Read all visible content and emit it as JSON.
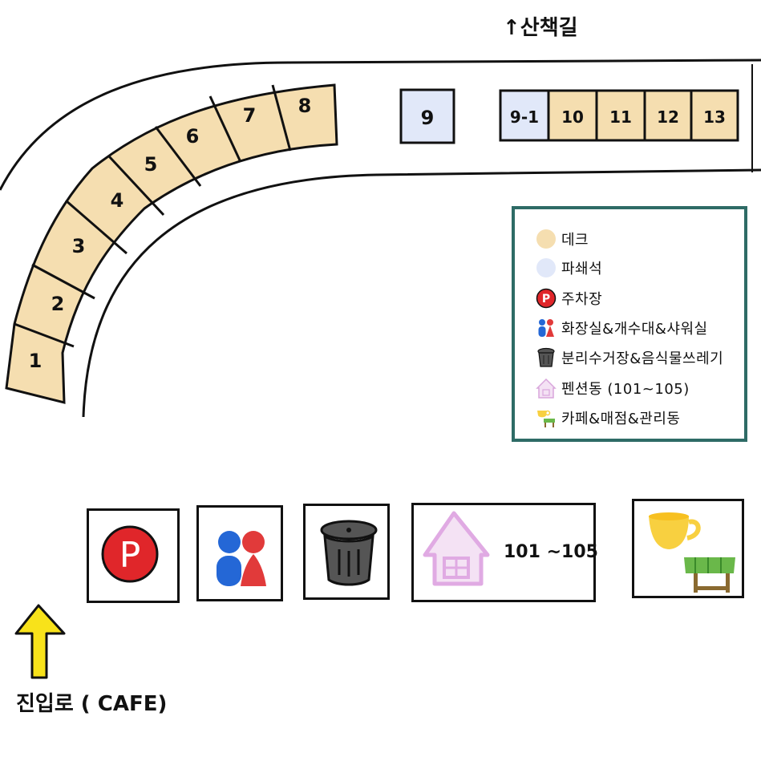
{
  "map": {
    "trail_label": "↑산책길",
    "entrance_label": "진입로 ( CAFE)",
    "colors": {
      "deck": "#f5deb0",
      "pavilion": "#e1e8f9",
      "road_line": "#111111",
      "legend_border": "#2e6b66",
      "parking_red": "#e0262a",
      "restroom_blue": "#2467d6",
      "restroom_red": "#e13a3a",
      "trash_grey": "#555555",
      "pension_pink": "#eec5ee",
      "cafe_yellow": "#f8d040",
      "cafe_green": "#6ab84a",
      "arrow_yellow": "#f8e21a"
    }
  },
  "sites": {
    "curve": [
      {
        "label": "1",
        "type": "deck"
      },
      {
        "label": "2",
        "type": "deck"
      },
      {
        "label": "3",
        "type": "deck"
      },
      {
        "label": "4",
        "type": "deck"
      },
      {
        "label": "5",
        "type": "deck"
      },
      {
        "label": "6",
        "type": "deck"
      },
      {
        "label": "7",
        "type": "deck"
      },
      {
        "label": "8",
        "type": "deck"
      }
    ],
    "single": {
      "label": "9",
      "type": "pavilion"
    },
    "row": [
      {
        "label": "9-1",
        "type": "pavilion"
      },
      {
        "label": "10",
        "type": "deck"
      },
      {
        "label": "11",
        "type": "deck"
      },
      {
        "label": "12",
        "type": "deck"
      },
      {
        "label": "13",
        "type": "deck"
      }
    ]
  },
  "legend": {
    "items": [
      {
        "icon": "deck-dot-icon",
        "label": "데크"
      },
      {
        "icon": "pavilion-dot-icon",
        "label": "파쇄석"
      },
      {
        "icon": "parking-icon",
        "label": "주차장"
      },
      {
        "icon": "restroom-icon",
        "label": "화장실&개수대&샤워실"
      },
      {
        "icon": "trash-can-icon",
        "label": "분리수거장&음식물쓰레기"
      },
      {
        "icon": "pension-house-icon",
        "label": "펜션동 (101~105)"
      },
      {
        "icon": "cafe-icon",
        "label": "카페&매점&관리동"
      }
    ]
  },
  "facilities": {
    "parking": {
      "icon": "parking-icon",
      "letter": "P"
    },
    "restroom": {
      "icon": "restroom-icon"
    },
    "trash": {
      "icon": "trash-can-icon"
    },
    "pension": {
      "icon": "pension-house-icon",
      "range": "101 ~105"
    },
    "cafe": {
      "icon": "cafe-icon"
    }
  }
}
